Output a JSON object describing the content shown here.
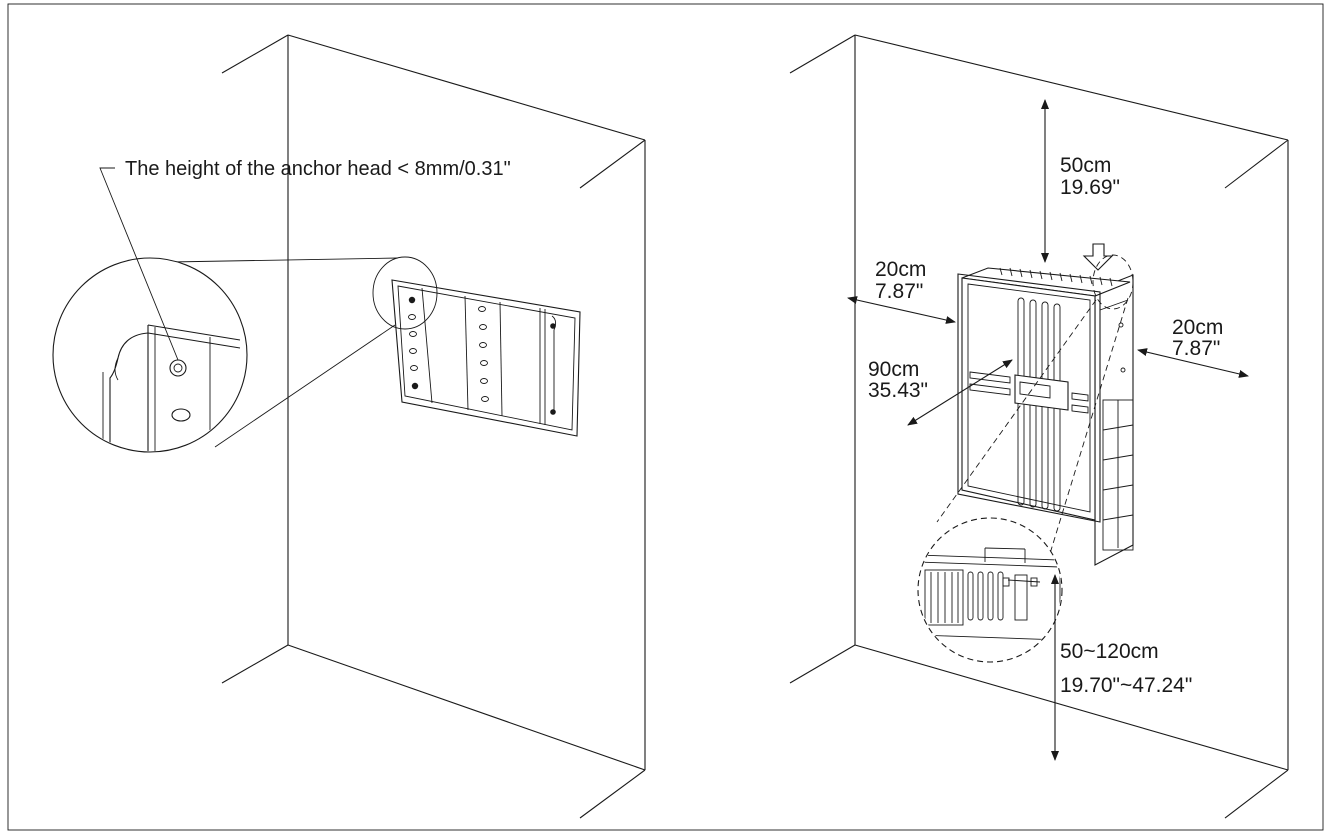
{
  "labels": {
    "anchor_note": "The height of the anchor head < 8mm/0.31\"",
    "top_cm": "50cm",
    "top_in": "19.69\"",
    "left_cm": "20cm",
    "left_in": "7.87\"",
    "right_cm": "20cm",
    "right_in": "7.87\"",
    "front_cm": "90cm",
    "front_in": "35.43\"",
    "bottom_cm": "50~120cm",
    "bottom_in": "19.70\"~47.24\""
  },
  "colors": {
    "line": "#1a1a1a",
    "background": "#ffffff"
  }
}
